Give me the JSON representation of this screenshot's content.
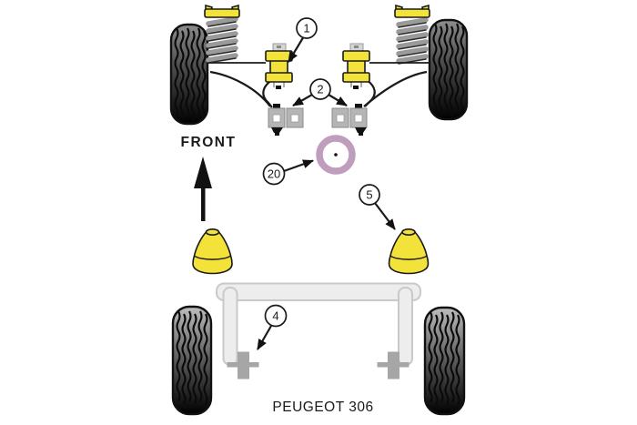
{
  "labels": {
    "front": "FRONT",
    "model": "PEUGEOT 306"
  },
  "callouts": [
    {
      "label": "1"
    },
    {
      "label": "2"
    },
    {
      "label": "20"
    },
    {
      "label": "5"
    },
    {
      "label": "4"
    }
  ],
  "colors": {
    "part-yellow": "#f2e23a",
    "ring-mauve": "#bf9dbd",
    "beam-gray": "#ededed",
    "beam-stroke": "#c9c9c9",
    "bracket-gray": "#b5b5b5",
    "fitting-gray": "#a6a6a6",
    "coil-gray": "#9a9a9a",
    "line-black": "#1a1a1a",
    "text-gray": "#3b3b3b"
  }
}
